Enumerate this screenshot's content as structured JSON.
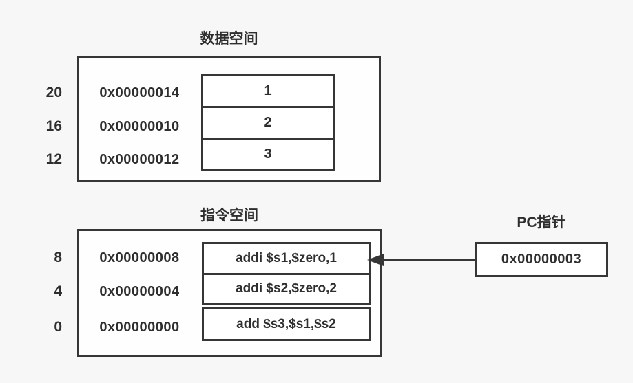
{
  "colors": {
    "background": "#f7f7f7",
    "border": "#363636",
    "text": "#2e2e2e",
    "box_fill": "#ffffff"
  },
  "data_space": {
    "title": "数据空间",
    "rows": [
      {
        "offset": "20",
        "address": "0x00000014",
        "value": "1"
      },
      {
        "offset": "16",
        "address": "0x00000010",
        "value": "2"
      },
      {
        "offset": "12",
        "address": "0x00000012",
        "value": "3"
      }
    ]
  },
  "instruction_space": {
    "title": "指令空间",
    "rows": [
      {
        "offset": "8",
        "address": "0x00000008",
        "instruction": "addi $s1,$zero,1"
      },
      {
        "offset": "4",
        "address": "0x00000004",
        "instruction": "addi $s2,$zero,2"
      },
      {
        "offset": "0",
        "address": "0x00000000",
        "instruction": "add $s3,$s1,$s2"
      }
    ]
  },
  "pc_pointer": {
    "title": "PC指针",
    "value": "0x00000003"
  }
}
